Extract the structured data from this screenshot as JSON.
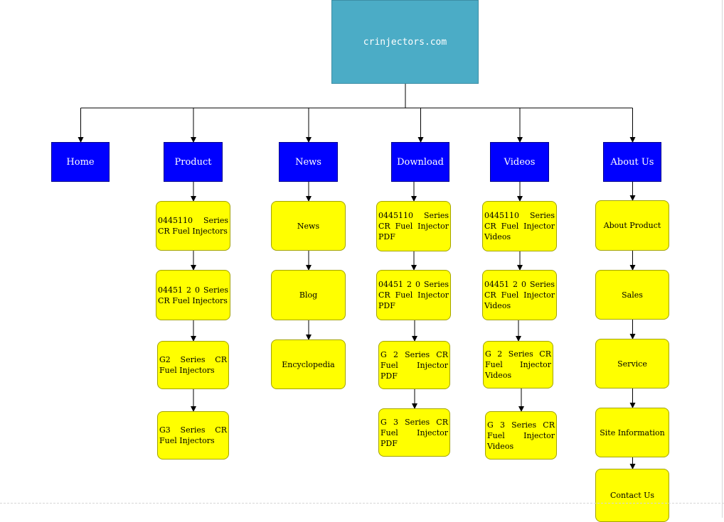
{
  "root": {
    "label": "crinjectors.com"
  },
  "categories": [
    {
      "label": "Home",
      "children": []
    },
    {
      "label": "Product",
      "children": [
        "0445110 Series CR Fuel Injectors",
        "04451 2 0 Series CR Fuel Injectors",
        "G2 Series CR Fuel Injectors",
        "G3 Series CR Fuel Injectors"
      ]
    },
    {
      "label": "News",
      "children": [
        "News",
        "Blog",
        "Encyclopedia"
      ]
    },
    {
      "label": "Download",
      "children": [
        "0445110 Series CR Fuel Injector PDF",
        "04451 2 0 Series CR Fuel Injector PDF",
        "G 2 Series CR Fuel Injector PDF",
        "G 3 Series CR Fuel Injector PDF"
      ]
    },
    {
      "label": "Videos",
      "children": [
        "0445110 Series CR Fuel Injector Videos",
        "04451 2 0 Series CR Fuel Injector Videos",
        "G 2 Series CR Fuel Injector Videos",
        "G 3 Series CR Fuel Injector Videos"
      ]
    },
    {
      "label": "About Us",
      "children": [
        "About Product",
        "Sales",
        "Service",
        "Site Information",
        "Contact Us"
      ]
    }
  ],
  "colors": {
    "root_fill": "#4bacc6",
    "category_fill": "#0000ff",
    "leaf_fill": "#ffff00",
    "connector": "#000000"
  }
}
